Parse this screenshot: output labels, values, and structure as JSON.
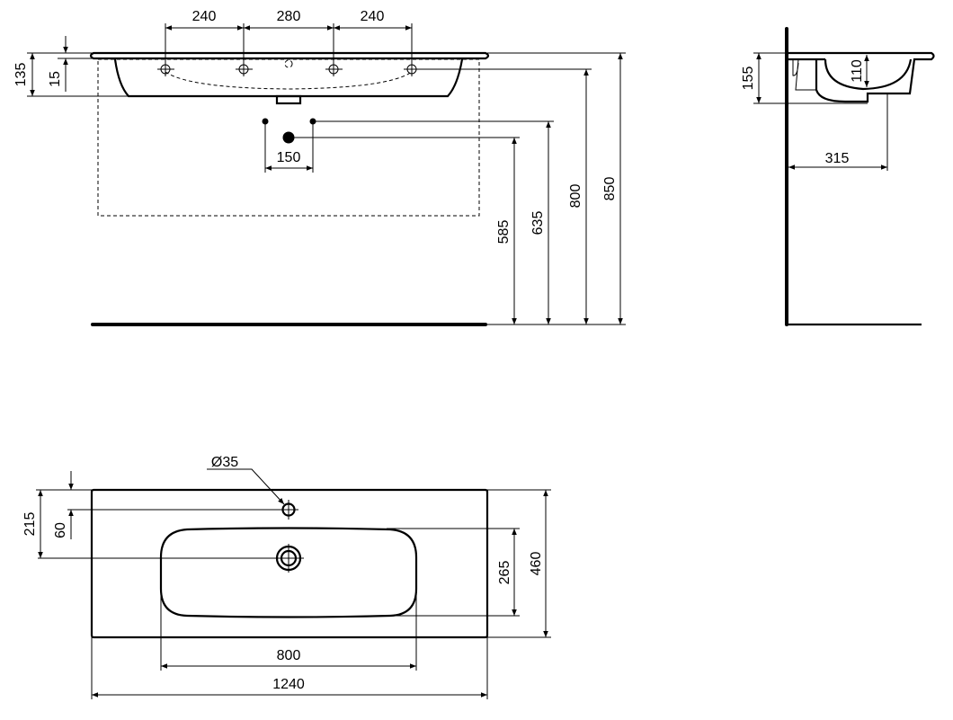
{
  "front_view": {
    "dims": {
      "hole_left": "240",
      "hole_center": "280",
      "hole_right": "240",
      "height_total": "135",
      "slab": "15",
      "supply_spacing": "150",
      "drain_height": "585",
      "supply_height": "635",
      "tap_height": "800",
      "top_height": "850"
    }
  },
  "side_view": {
    "dims": {
      "height": "155",
      "bowl_depth": "110",
      "projection": "315"
    }
  },
  "plan_view": {
    "dims": {
      "tap_hole": "Ø35",
      "drain_offset": "215",
      "tap_offset": "60",
      "bowl_depth": "265",
      "depth": "460",
      "bowl_width": "800",
      "width": "1240"
    }
  }
}
